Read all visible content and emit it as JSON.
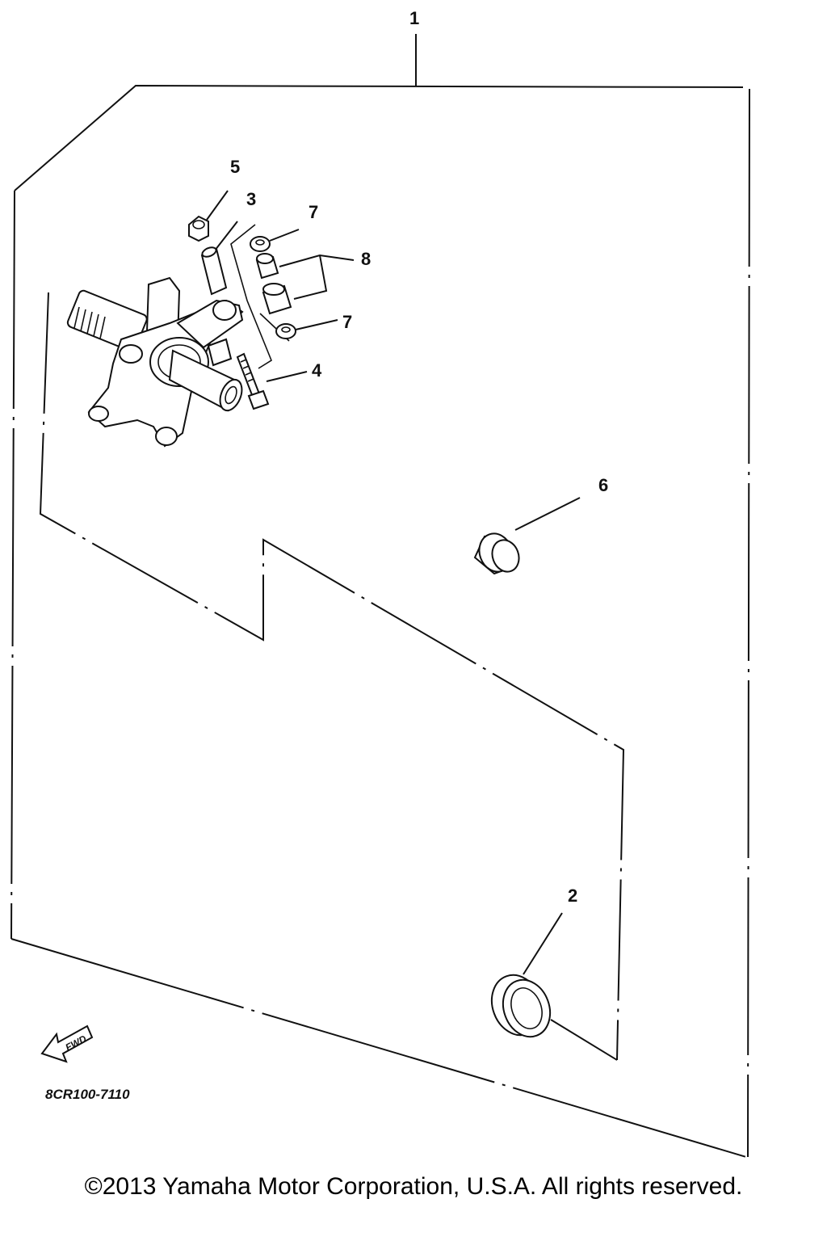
{
  "diagram": {
    "callouts": {
      "c1": "1",
      "c2": "2",
      "c3": "3",
      "c4": "4",
      "c5": "5",
      "c6": "6",
      "c7a": "7",
      "c7b": "7",
      "c8": "8"
    },
    "fwd_label": "FWD",
    "drawing_code": "8CR100-7110"
  },
  "footer": {
    "copyright": "©2013 Yamaha Motor Corporation, U.S.A. All rights reserved."
  }
}
